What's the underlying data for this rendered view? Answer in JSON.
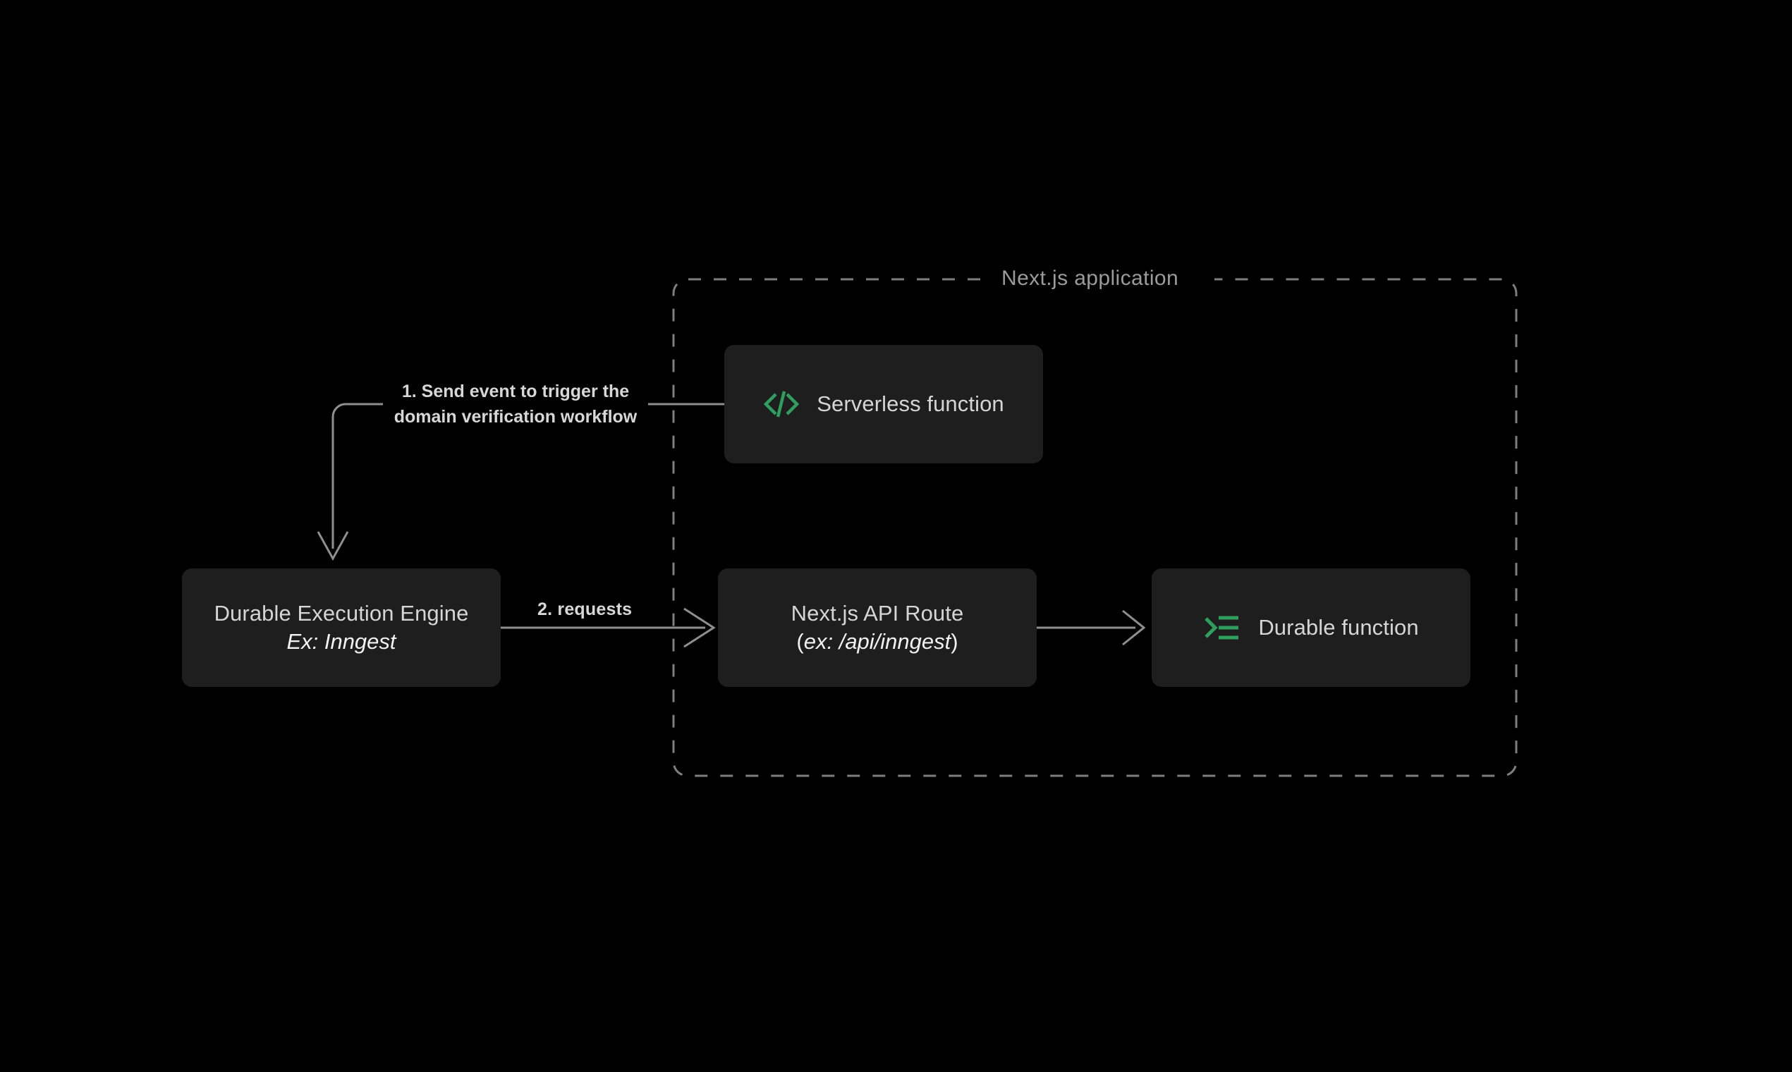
{
  "diagram": {
    "background_color": "#000000",
    "accent_color": "#2f9e5e",
    "node_fill": "#1e1e1e",
    "line_color": "#8f8f8f",
    "group": {
      "title": "Next.js application",
      "border_style": "dashed"
    },
    "nodes": [
      {
        "id": "serverless-function",
        "label": "Serverless function",
        "icon": "code-brackets-icon"
      },
      {
        "id": "durable-execution-engine",
        "label": "Durable Execution Engine",
        "sublabel": "Ex: Inngest"
      },
      {
        "id": "nextjs-api-route",
        "label": "Next.js API Route",
        "sublabel_open": "(",
        "sublabel": "ex: /api/inngest",
        "sublabel_close": ")"
      },
      {
        "id": "durable-function",
        "label": "Durable function",
        "icon": "terminal-list-icon"
      }
    ],
    "edges": [
      {
        "id": "edge-step-1",
        "from": "serverless-function",
        "to": "durable-execution-engine",
        "label_line1": "1. Send event to trigger the",
        "label_line2": "domain verification workflow"
      },
      {
        "id": "edge-step-2",
        "from": "durable-execution-engine",
        "to": "nextjs-api-route",
        "label": "2.  requests"
      },
      {
        "id": "edge-route-to-function",
        "from": "nextjs-api-route",
        "to": "durable-function",
        "label": ""
      }
    ]
  }
}
